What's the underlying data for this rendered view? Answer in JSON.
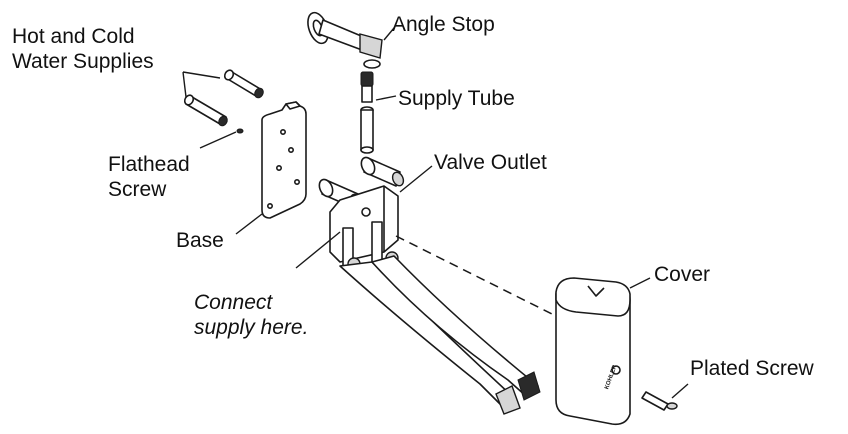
{
  "labels": {
    "hot_cold_supplies": [
      "Hot and Cold",
      "Water Supplies"
    ],
    "flathead_screw": [
      "Flathead",
      "Screw"
    ],
    "base": "Base",
    "angle_stop": "Angle Stop",
    "supply_tube": "Supply Tube",
    "valve_outlet": "Valve Outlet",
    "cover": "Cover",
    "plated_screw": "Plated Screw",
    "connect_supply": [
      "Connect",
      "supply here."
    ]
  },
  "logo": "KOHLER"
}
